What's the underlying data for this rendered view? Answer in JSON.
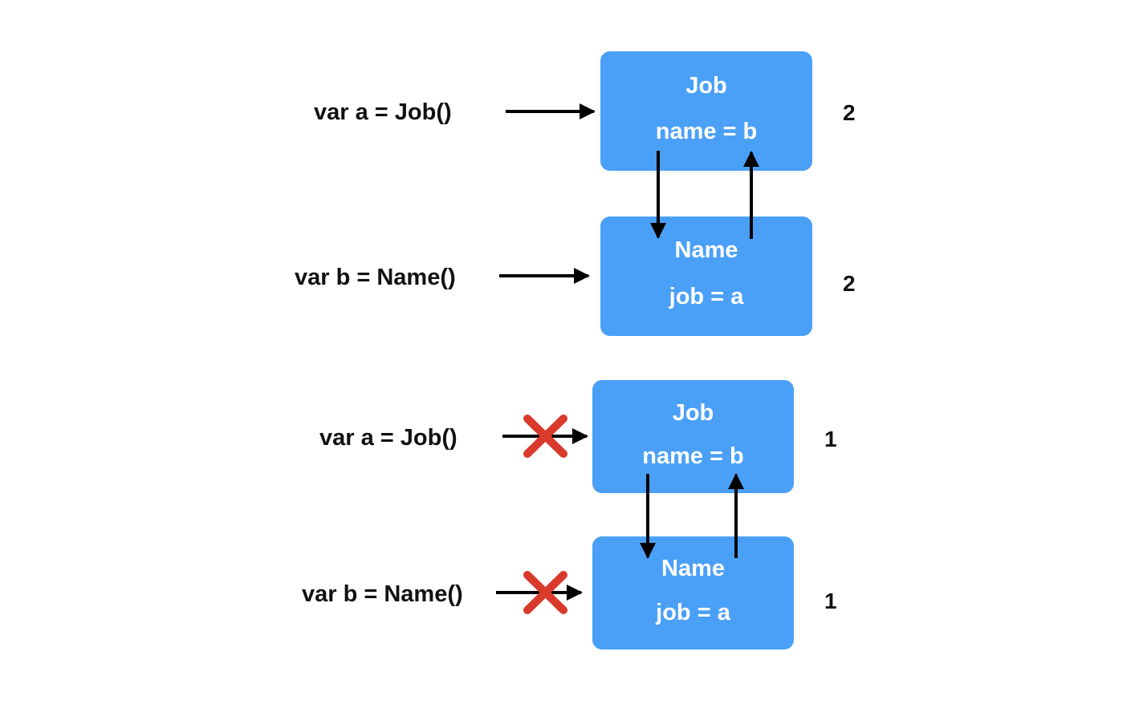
{
  "top": {
    "var_a": "var a = Job()",
    "var_b": "var b = Name()",
    "job_box": {
      "title": "Job",
      "field": "name = b"
    },
    "name_box": {
      "title": "Name",
      "field": "job = a"
    },
    "count_a": "2",
    "count_b": "2"
  },
  "bottom": {
    "var_a": "var a = Job()",
    "var_b": "var b = Name()",
    "job_box": {
      "title": "Job",
      "field": "name = b"
    },
    "name_box": {
      "title": "Name",
      "field": "job = a"
    },
    "count_a": "1",
    "count_b": "1"
  },
  "colors": {
    "box": "#4aa0f7",
    "cross": "#d93a2b",
    "arrow": "#000000"
  }
}
